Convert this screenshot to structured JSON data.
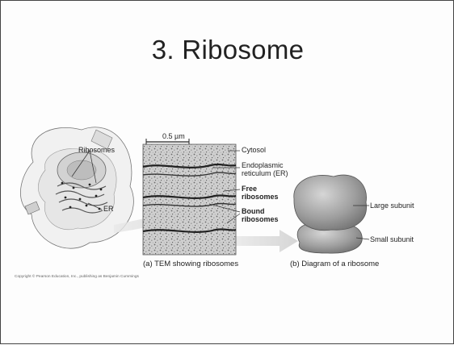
{
  "title": "3. Ribosome",
  "cell_labels": {
    "ribosomes": "Ribosomes",
    "er": "ER"
  },
  "tem": {
    "scale": "0.5 µm",
    "caption": "(a) TEM showing ribosomes"
  },
  "tem_labels": {
    "cytosol": "Cytosol",
    "er_line1": "Endoplasmic",
    "er_line2": "reticulum (ER)",
    "free_line1": "Free",
    "free_line2": "ribosomes",
    "bound_line1": "Bound",
    "bound_line2": "ribosomes"
  },
  "diagram": {
    "large_subunit": "Large subunit",
    "small_subunit": "Small subunit",
    "caption": "(b) Diagram of a ribosome"
  },
  "copyright": "Copyright © Pearson Education, Inc., publishing as Benjamin Cummings"
}
